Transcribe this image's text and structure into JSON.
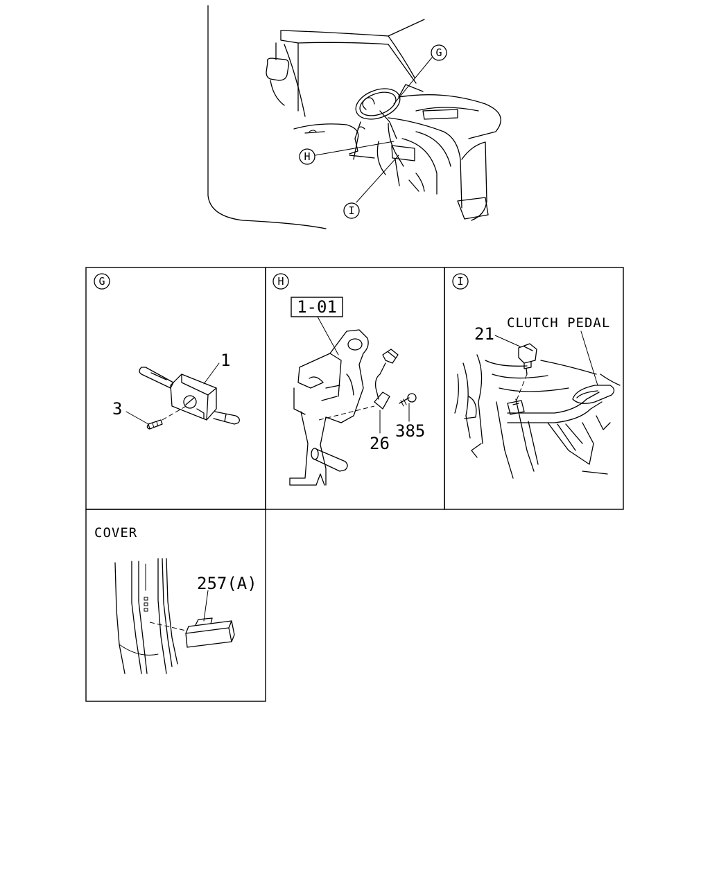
{
  "overview": {
    "callouts": [
      "G",
      "H",
      "I"
    ]
  },
  "panels": {
    "g": {
      "id": "G",
      "parts": {
        "switch": "1",
        "screw": "3"
      }
    },
    "h": {
      "id": "H",
      "ref": "1-01",
      "parts": {
        "switch": "26",
        "bolt": "385"
      }
    },
    "i": {
      "id": "I",
      "title": "CLUTCH PEDAL",
      "parts": {
        "switch": "21"
      }
    },
    "cover": {
      "title": "COVER",
      "parts": {
        "plug": "257(A)"
      }
    }
  }
}
